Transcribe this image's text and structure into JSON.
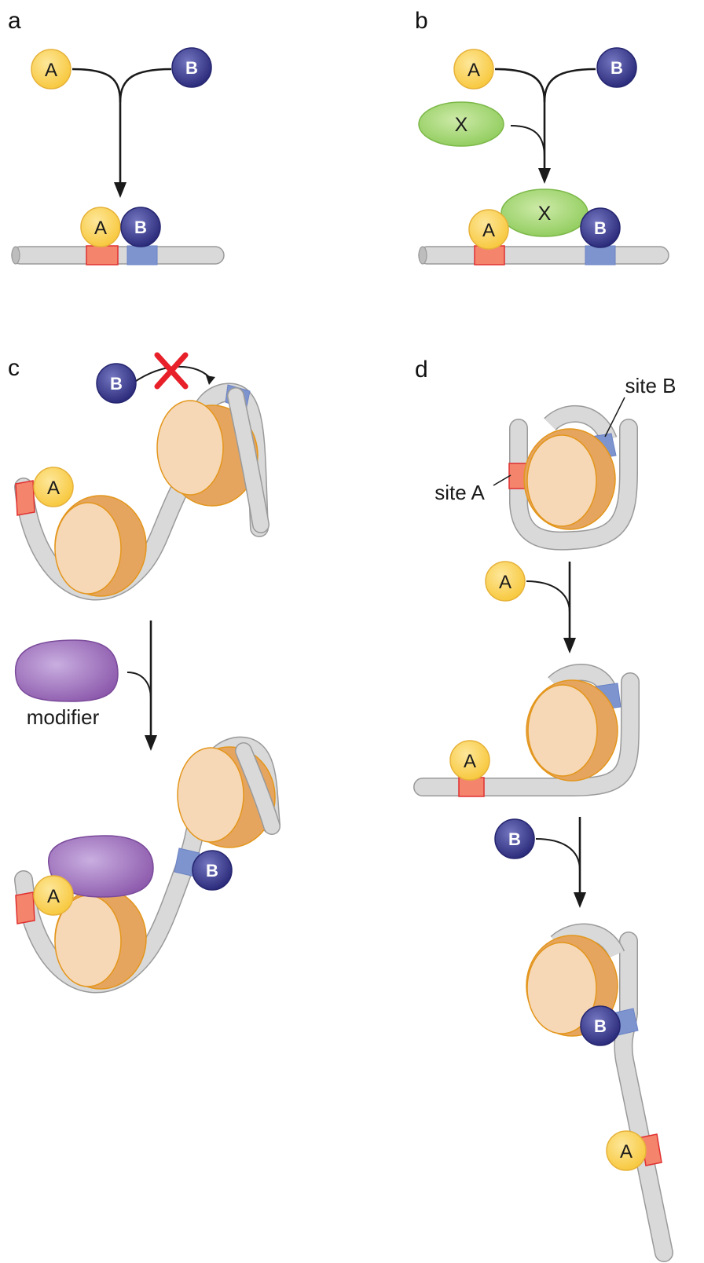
{
  "panels": {
    "a": {
      "letter": "a",
      "protein_a": "A",
      "protein_b": "B"
    },
    "b": {
      "letter": "b",
      "protein_a": "A",
      "protein_b": "B",
      "cofactor": "X"
    },
    "c": {
      "letter": "c",
      "protein_a": "A",
      "protein_b": "B",
      "modifier_label": "modifier"
    },
    "d": {
      "letter": "d",
      "protein_a": "A",
      "protein_b": "B",
      "site_a_label": "site A",
      "site_b_label": "site B"
    }
  },
  "colors": {
    "protein_a_fill": "#fbd561",
    "protein_a_stroke": "#e6b23a",
    "protein_b_fill": "#3e3e90",
    "cofactor_fill": "#a8d878",
    "modifier_fill": "#9a68b8",
    "dna_fill": "#d9d9d9",
    "dna_stroke": "#9a9a9a",
    "site_a_fill": "#f4846c",
    "site_a_stroke": "#e03030",
    "site_b_fill": "#7d94cf",
    "nucleosome_fill": "#f7d8b6",
    "nucleosome_stroke": "#e3961c",
    "block_mark": "#e8202a"
  },
  "icons": [
    "arrow-icon",
    "block-x-icon",
    "nucleosome-icon",
    "dna-strand-icon"
  ]
}
